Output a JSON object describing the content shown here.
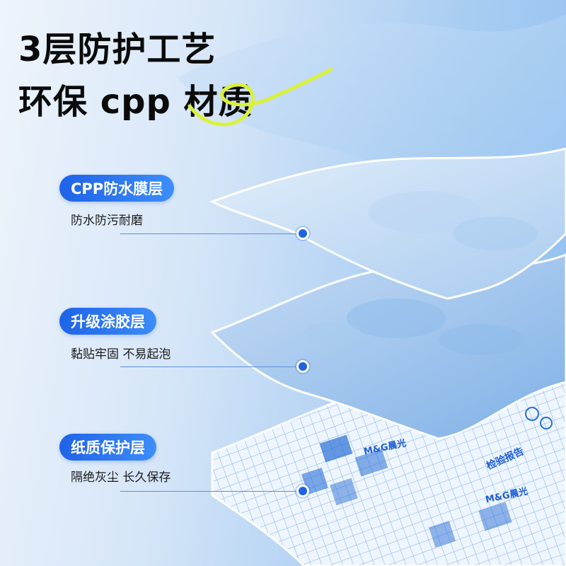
{
  "headline": {
    "line1": "3层防护工艺",
    "line2": "环保 cpp 材质"
  },
  "layers": [
    {
      "badge": "CPP防水膜层",
      "feature": "防水防污耐磨"
    },
    {
      "badge": "升级涂胶层",
      "feature": "黏贴牢固 不易起泡"
    },
    {
      "badge": "纸质保护层",
      "feature": "隔绝灰尘 长久保存"
    }
  ],
  "paper_print": {
    "brand": "M&G晨光",
    "doc_title": "检验报告"
  },
  "colors": {
    "accent": "#1f63e8",
    "scribble": "#d9f238",
    "text": "#0b0b0b"
  }
}
